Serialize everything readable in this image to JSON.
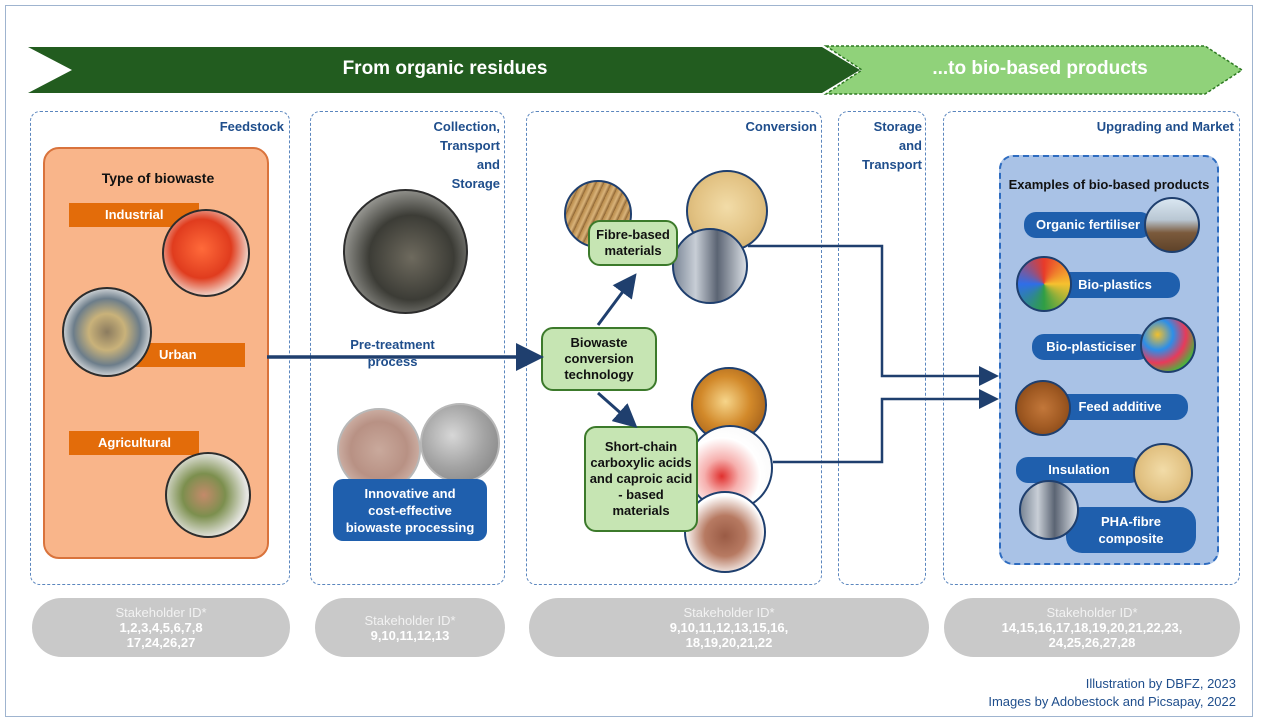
{
  "banner": {
    "left_text": "From organic residues",
    "right_text": "...to bio-based products"
  },
  "panels": {
    "feedstock": "Feedstock",
    "collection": [
      "Collection,",
      "Transport",
      "and",
      "Storage"
    ],
    "conversion": "Conversion",
    "storage": [
      "Storage",
      "and",
      "Transport"
    ],
    "upgrading": "Upgrading and Market"
  },
  "feedstock": {
    "title": "Type of biowaste",
    "types": [
      "Industrial",
      "Urban",
      "Agricultural"
    ]
  },
  "collection": {
    "pretreatment": [
      "Pre-treatment",
      "process"
    ],
    "innovative": [
      "Innovative and",
      "cost-effective",
      "biowaste processing"
    ]
  },
  "conversion": {
    "center": [
      "Biowaste",
      "conversion",
      "technology"
    ],
    "fibre": [
      "Fibre-based",
      "materials"
    ],
    "acids": [
      "Short-chain",
      "carboxylic acids",
      "and caproic acid",
      "- based",
      "materials"
    ]
  },
  "products": {
    "title": "Examples of bio-based products",
    "items": [
      "Organic fertiliser",
      "Bio-plastics",
      "Bio-plasticiser",
      "Feed additive",
      "Insulation"
    ],
    "pha": [
      "PHA-fibre",
      "composite"
    ]
  },
  "stakeholders": {
    "heading": "Stakeholder ID*",
    "groups": [
      [
        "1,2,3,4,5,6,7,8",
        "17,24,26,27"
      ],
      [
        "9,10,11,12,13"
      ],
      [
        "9,10,11,12,13,15,16,",
        "18,19,20,21,22"
      ],
      [
        "14,15,16,17,18,19,20,21,22,23,",
        "24,25,26,27,28"
      ]
    ]
  },
  "credits": [
    "Illustration by DBFZ, 2023",
    "Images by Adobestock and Picsapay, 2022"
  ],
  "colors": {
    "dark_green": "#225c1f",
    "light_green": "#90d27a",
    "orange": "#e36c0a",
    "navy": "#1f3f6e",
    "blue": "#1f5fad"
  }
}
